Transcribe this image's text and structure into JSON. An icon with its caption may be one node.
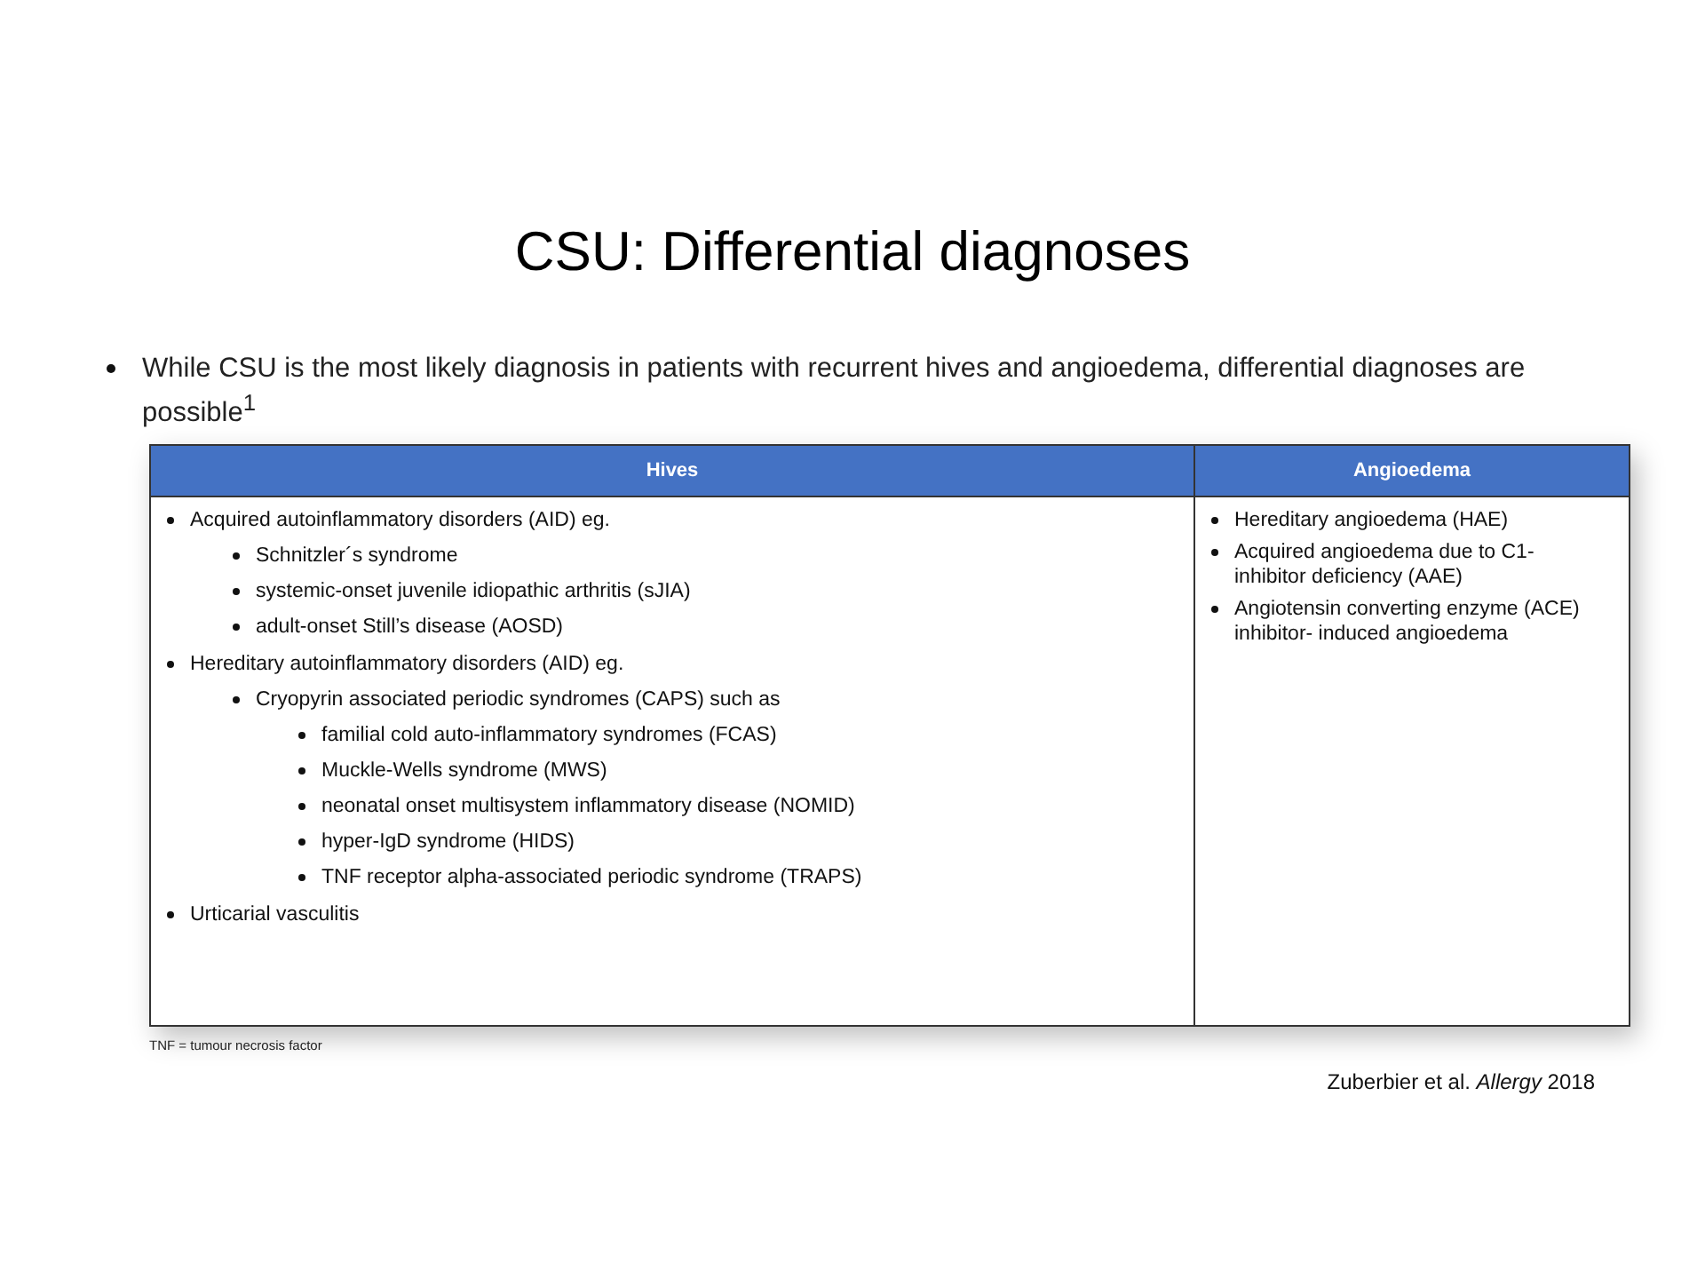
{
  "diagram": {
    "title": "CSU: Differential diagnoses",
    "labels": [
      "While CSU is the most likely diagnosis in patients with recurrent hives and angioedema, differential diagnoses are possible$^{1}$",
      "Hives",
      "Angioedema",
      "Acquired autoinflammatory disorders (AID) eg.",
      "Schnitzler´s syndrome",
      "systemic-onset juvenile idiopathic arthritis (sJIA)",
      "adult-onset Still’s disease (AOSD)",
      "Hereditary autoinflammatory disorders (AID) eg.",
      "Cryopyrin associated periodic syndromes (CAPS) such as",
      "familial cold auto-inflammatory syndromes (FCAS)",
      "Muckle-Wells syndrome (MWS)",
      "neonatal onset multisystem inflammatory disease (NOMID)",
      "hyper-IgD syndrome (HIDS)",
      "TNF receptor alpha-associated periodic syndrome (TRAPS)",
      "Urticarial vasculitis",
      "Hereditary angioedema (HAE)",
      "Acquired angioedema due to C1-inhibitor deficiency (AAE)",
      "Angiotensin converting enzyme (ACE) inhibitor- induced angioedema",
      "TNF = tumour necrosis factor",
      "Zuberbier et al. *Allergy* 2018"
    ]
  }
}
